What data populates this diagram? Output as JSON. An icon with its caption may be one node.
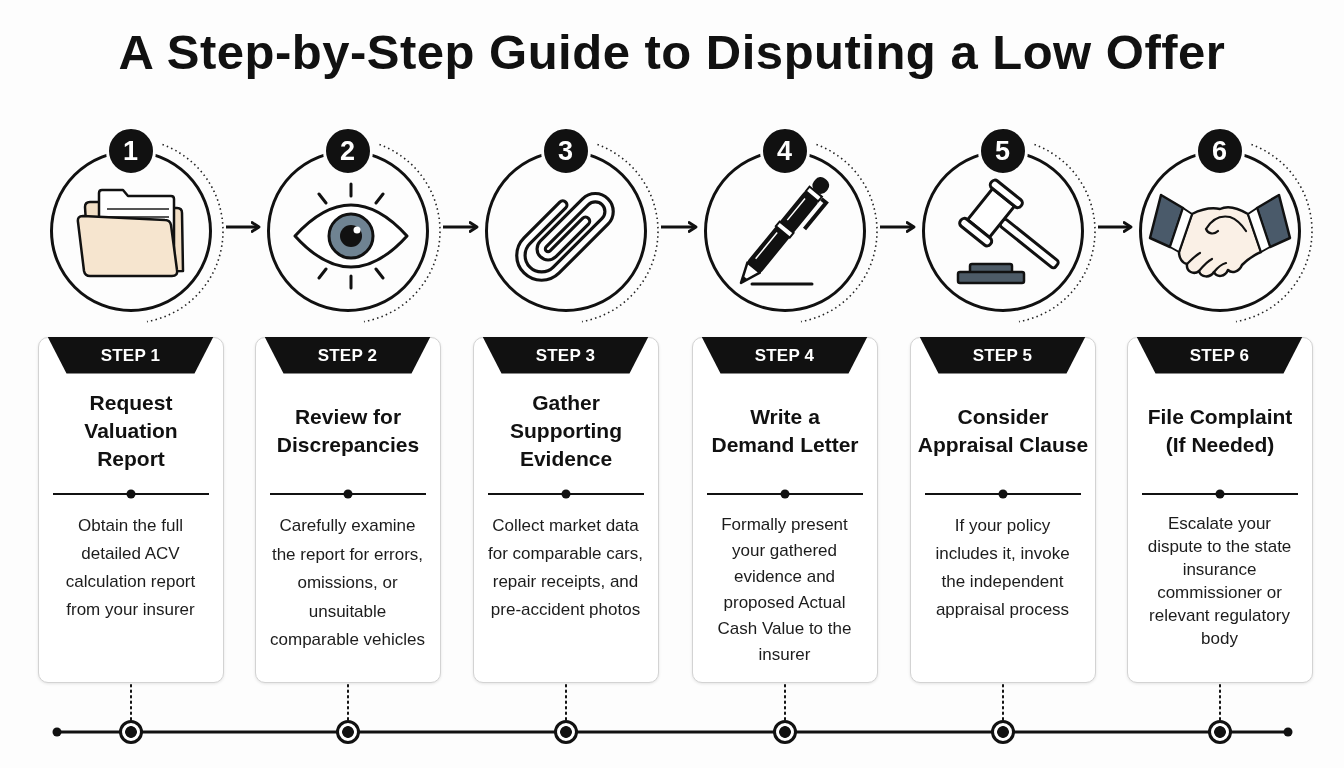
{
  "diagram": {
    "title": "A Step-by-Step Guide to Disputing a Low Offer",
    "nodes": [
      {
        "text": [
          "1"
        ]
      },
      {
        "text": [
          "2"
        ]
      },
      {
        "text": [
          "3"
        ]
      },
      {
        "text": [
          "4"
        ]
      },
      {
        "text": [
          "5"
        ]
      },
      {
        "text": [
          "6"
        ]
      },
      {
        "text": [
          "Request Valuation Report",
          "Obtain the full detailed ACV calculation report from your insurer"
        ]
      },
      {
        "text": [
          "STEP 1"
        ],
        "in": 6
      },
      {
        "text": [
          "Review for Discrepancies",
          "Carefully examine the report for errors, omissions, or unsuitable comparable vehicles"
        ]
      },
      {
        "text": [
          "STEP 2"
        ],
        "in": 8
      },
      {
        "text": [
          "Gather Supporting Evidence",
          "Collect market data for comparable cars, repair receipts, and pre-accident photos"
        ]
      },
      {
        "text": [
          "STEP 3"
        ],
        "in": 10
      },
      {
        "text": [
          "Write a Demand Letter",
          "Formally present your gathered evidence and proposed Actual Cash Value to the insurer"
        ]
      },
      {
        "text": [
          "STEP 4"
        ],
        "in": 12
      },
      {
        "text": [
          "Consider Appraisal Clause",
          "If your policy includes it, invoke the independent appraisal process"
        ]
      },
      {
        "text": [
          "STEP 5"
        ],
        "in": 14
      },
      {
        "text": [
          "File Complaint (If Needed)",
          "Escalate your dispute to the state insurance commissioner or relevant regulatory body"
        ]
      },
      {
        "text": [
          "STEP 6"
        ],
        "in": 16
      },
      {
        "text": [],
        "shape": "circle"
      },
      {
        "text": [],
        "shape": "circle"
      },
      {
        "text": [],
        "shape": "circle"
      },
      {
        "text": [],
        "shape": "circle"
      },
      {
        "text": [],
        "shape": "circle"
      },
      {
        "text": [],
        "shape": "circle"
      }
    ],
    "edges": [
      {
        "from": 0,
        "to": 1,
        "arrow": "to"
      },
      {
        "from": 1,
        "to": 2,
        "arrow": "to"
      },
      {
        "from": 2,
        "to": 3,
        "arrow": "to"
      },
      {
        "from": 3,
        "to": 4,
        "arrow": "to"
      },
      {
        "from": 4,
        "to": 5,
        "arrow": "to"
      },
      {
        "from": 6,
        "to": 18,
        "arrow": "none",
        "style": "dashed"
      },
      {
        "from": 8,
        "to": 19,
        "arrow": "none",
        "style": "dashed"
      },
      {
        "from": 10,
        "to": 20,
        "arrow": "none",
        "style": "dashed"
      },
      {
        "from": 12,
        "to": 21,
        "arrow": "none",
        "style": "dashed"
      },
      {
        "from": 14,
        "to": 22,
        "arrow": "none",
        "style": "dashed"
      },
      {
        "from": 16,
        "to": 23,
        "arrow": "none",
        "style": "dashed"
      }
    ]
  }
}
